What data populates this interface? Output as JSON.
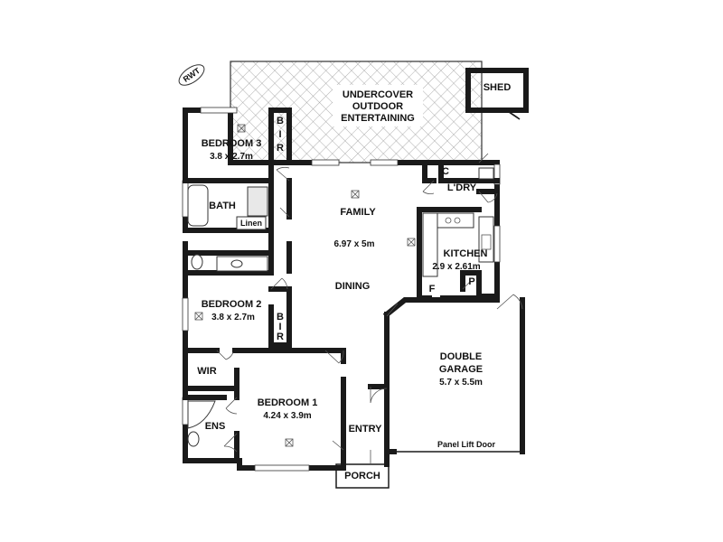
{
  "compass": "RWT",
  "rooms": {
    "outdoor": {
      "line1": "UNDERCOVER",
      "line2": "OUTDOOR",
      "line3": "ENTERTAINING"
    },
    "shed": {
      "name": "SHED"
    },
    "bedroom3": {
      "name": "BEDROOM 3",
      "dims": "3.8 x 2.7m"
    },
    "bir_top": {
      "b": "B",
      "i": "I",
      "r": "R"
    },
    "bath": {
      "name": "BATH"
    },
    "linen": {
      "name": "Linen"
    },
    "family": {
      "name": "FAMILY",
      "dims": "6.97 x 5m"
    },
    "dining": {
      "name": "DINING"
    },
    "cupboard": {
      "name": "C"
    },
    "laundry": {
      "name": "L'DRY"
    },
    "kitchen": {
      "name": "KITCHEN",
      "dims": "2.9 x 2.61m"
    },
    "fridge": {
      "name": "F"
    },
    "pantry": {
      "name": "P"
    },
    "bedroom2": {
      "name": "BEDROOM 2",
      "dims": "3.8 x 2.7m"
    },
    "bir_mid": {
      "b": "B",
      "i": "I",
      "r": "R"
    },
    "garage": {
      "line1": "DOUBLE",
      "line2": "GARAGE",
      "dims": "5.7 x 5.5m"
    },
    "wir": {
      "name": "WIR"
    },
    "bedroom1": {
      "name": "BEDROOM 1",
      "dims": "4.24 x 3.9m"
    },
    "ensuite": {
      "name": "ENS"
    },
    "entry": {
      "name": "ENTRY"
    },
    "porch": {
      "name": "PORCH"
    },
    "panel_door": {
      "name": "Panel Lift Door"
    }
  }
}
